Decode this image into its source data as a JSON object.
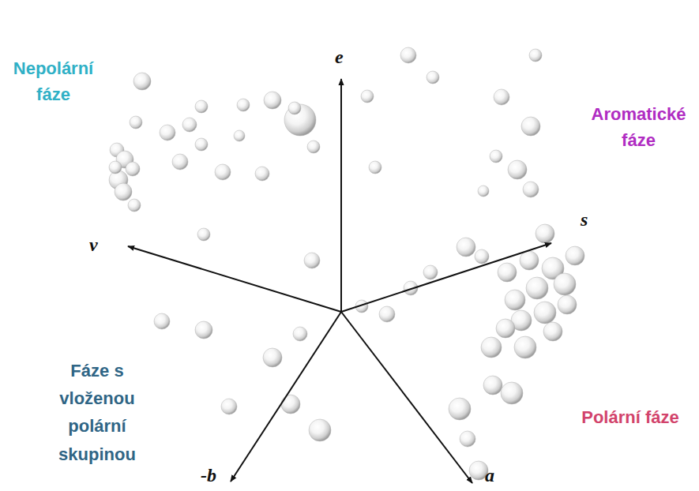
{
  "diagram": {
    "nodes": [
      {
        "text": [
          "Nepolární fáze"
        ]
      },
      {
        "text": [
          "Aromatické fáze"
        ]
      },
      {
        "text": [
          "Fáze s vloženou polární skupinou"
        ]
      },
      {
        "text": [
          "Polární fáze"
        ]
      }
    ],
    "labels": [
      "e",
      "v",
      "s",
      "-b",
      "a"
    ]
  }
}
